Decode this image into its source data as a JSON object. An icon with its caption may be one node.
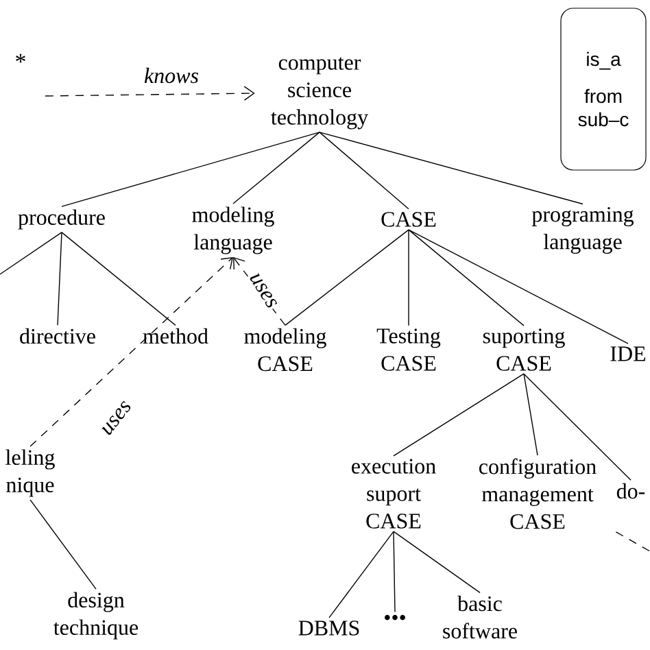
{
  "diagram": {
    "nodes": [
      {
        "text": [
          "computer science technology"
        ]
      },
      {
        "text": [
          "procedure"
        ]
      },
      {
        "text": [
          "modeling language"
        ]
      },
      {
        "text": [
          "CASE"
        ]
      },
      {
        "text": [
          "programing language"
        ]
      },
      {
        "text": [
          "directive"
        ]
      },
      {
        "text": [
          "method"
        ]
      },
      {
        "text": [
          "modeling CASE"
        ]
      },
      {
        "text": [
          "Testing CASE"
        ]
      },
      {
        "text": [
          "suporting CASE"
        ]
      },
      {
        "text": [
          "IDE"
        ]
      },
      {
        "text": [
          "leling nique"
        ]
      },
      {
        "text": [
          "design technique"
        ]
      },
      {
        "text": [
          "execution suport CASE"
        ]
      },
      {
        "text": [
          "configuration management CASE"
        ]
      },
      {
        "text": [
          "do-"
        ]
      },
      {
        "text": [
          "DBMS"
        ]
      },
      {
        "text": [
          "•••"
        ]
      },
      {
        "text": [
          "basic software"
        ]
      },
      {
        "text": [
          "is_a",
          "from sub–c"
        ]
      }
    ],
    "edges": [
      {
        "from": null,
        "to": 0,
        "arrow": "to",
        "label": "knows",
        "style": "dashed"
      },
      {
        "from": 0,
        "to": 1,
        "arrow": "none"
      },
      {
        "from": 0,
        "to": 2,
        "arrow": "none"
      },
      {
        "from": 0,
        "to": 3,
        "arrow": "none"
      },
      {
        "from": 0,
        "to": 4,
        "arrow": "none"
      },
      {
        "from": 1,
        "to": null,
        "arrow": "none"
      },
      {
        "from": 1,
        "to": 5,
        "arrow": "none"
      },
      {
        "from": 1,
        "to": 6,
        "arrow": "none"
      },
      {
        "from": 3,
        "to": 7,
        "arrow": "none"
      },
      {
        "from": 3,
        "to": 8,
        "arrow": "none"
      },
      {
        "from": 3,
        "to": 9,
        "arrow": "none"
      },
      {
        "from": 3,
        "to": 10,
        "arrow": "none"
      },
      {
        "from": 11,
        "to": 2,
        "arrow": "to",
        "label": "uses",
        "style": "dashed"
      },
      {
        "from": 7,
        "to": 2,
        "arrow": "to",
        "label": "uses",
        "style": "dashed"
      },
      {
        "from": 11,
        "to": 12,
        "arrow": "none"
      },
      {
        "from": 9,
        "to": 13,
        "arrow": "none"
      },
      {
        "from": 9,
        "to": 14,
        "arrow": "none"
      },
      {
        "from": 9,
        "to": 15,
        "arrow": "none"
      },
      {
        "from": 13,
        "to": 16,
        "arrow": "none"
      },
      {
        "from": 13,
        "to": 17,
        "arrow": "none"
      },
      {
        "from": 13,
        "to": 18,
        "arrow": "none"
      },
      {
        "from": 14,
        "to": null,
        "arrow": "none",
        "style": "dashed"
      }
    ],
    "labels": [
      "*"
    ]
  }
}
